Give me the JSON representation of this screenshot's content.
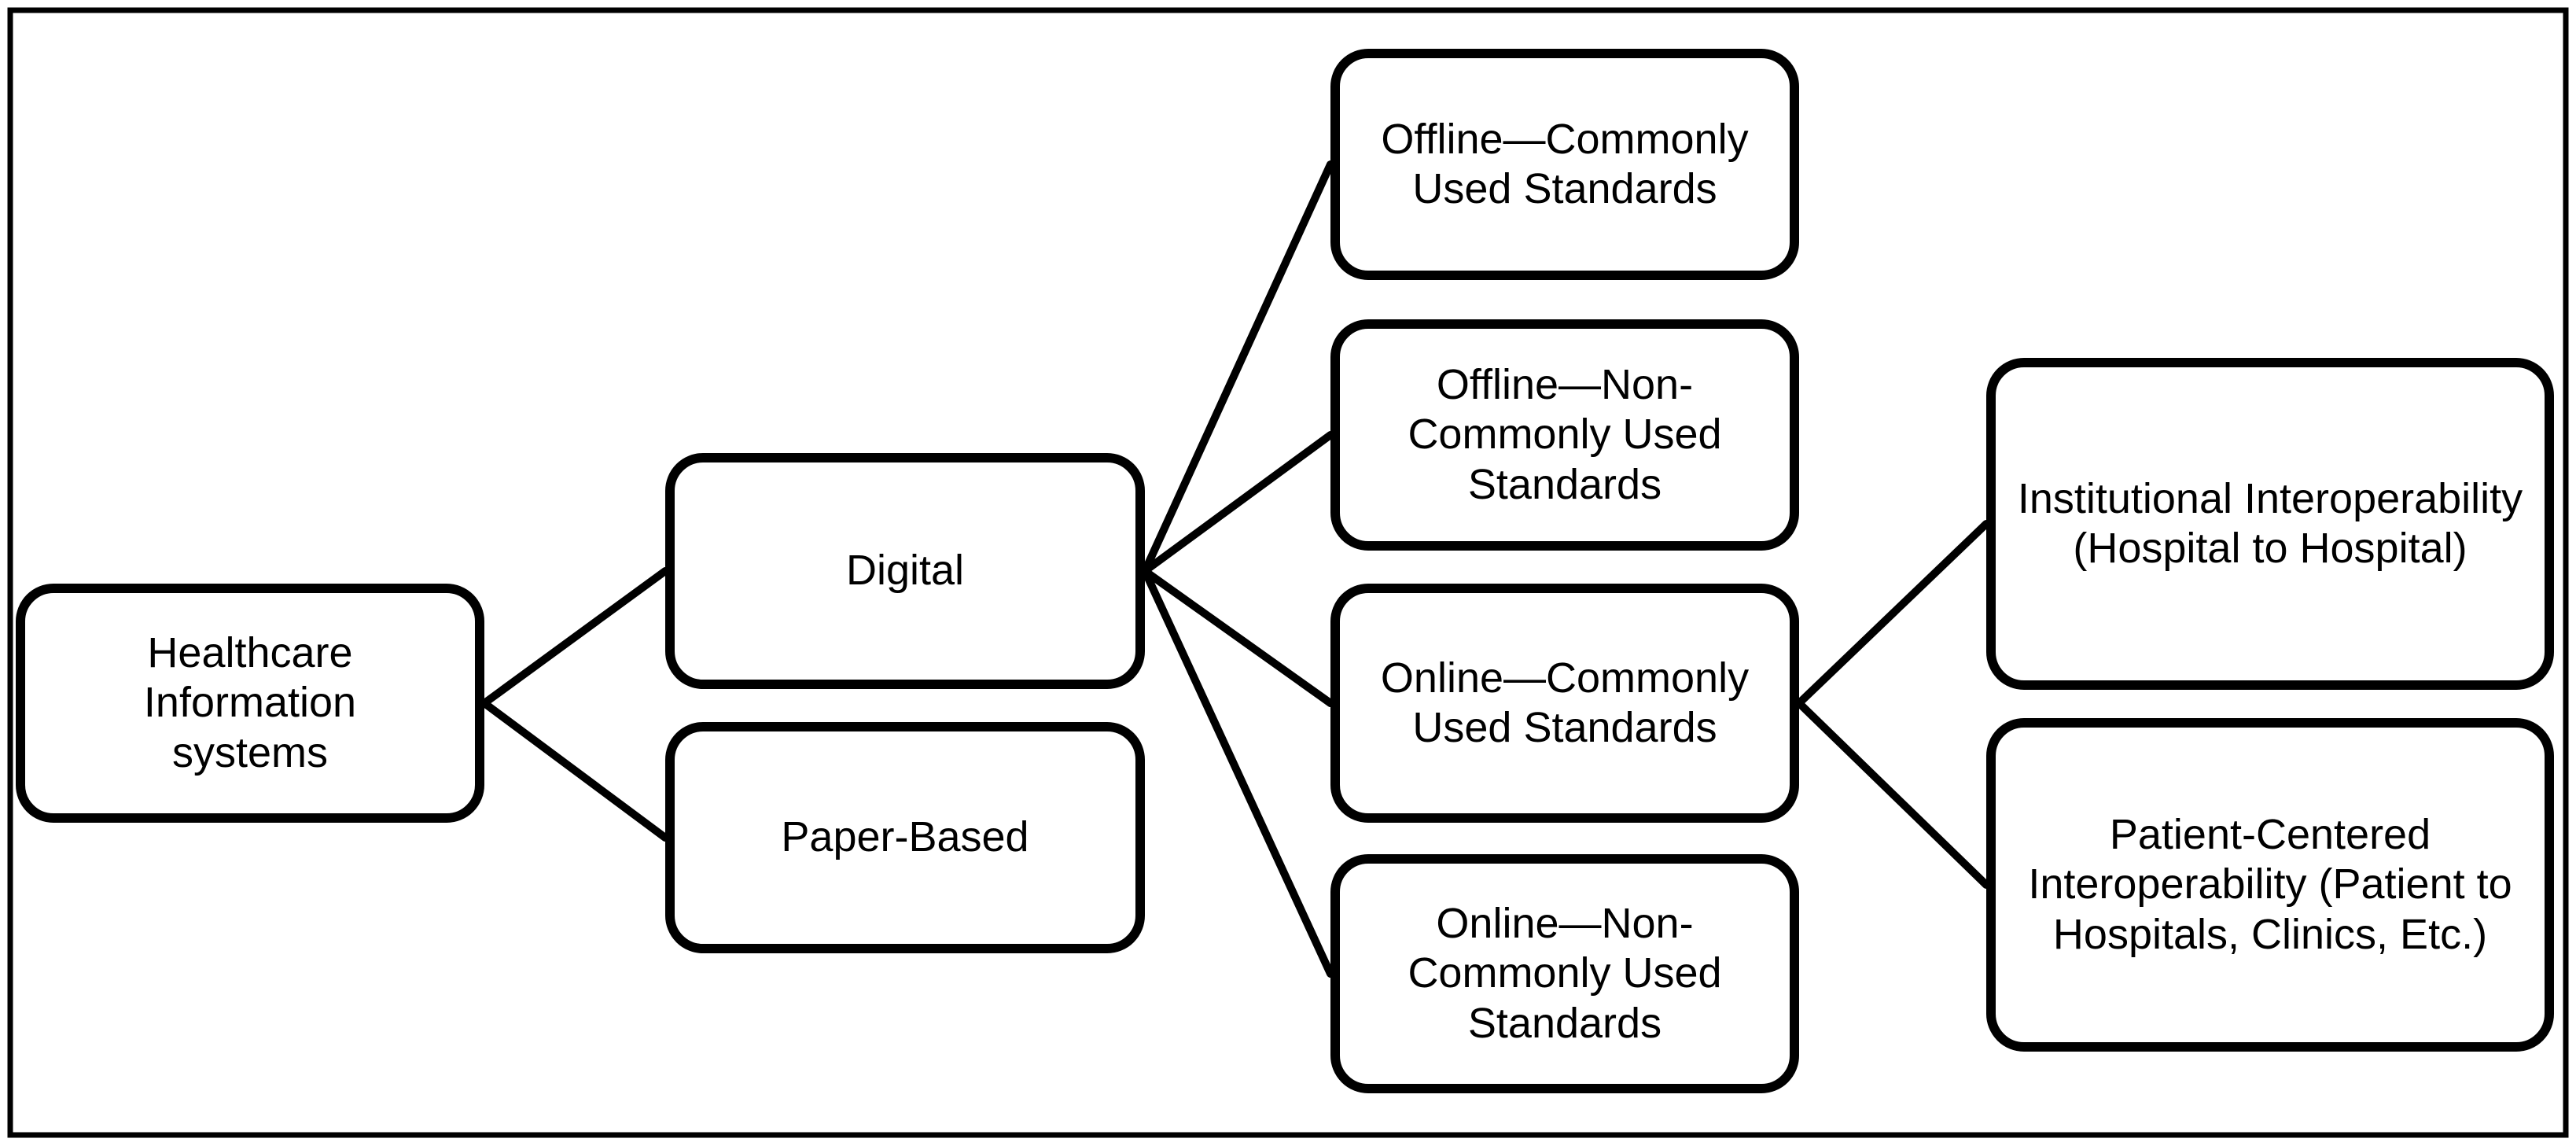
{
  "diagram": {
    "background_color": "#ffffff",
    "stroke_color": "#000000",
    "nodes": {
      "healthcare": {
        "label": "Healthcare Information\nsystems"
      },
      "digital": {
        "label": "Digital"
      },
      "paper_based": {
        "label": "Paper-Based"
      },
      "offline_common": {
        "label": "Offline—Commonly\nUsed Standards"
      },
      "offline_noncommon": {
        "label": "Offline—Non-\nCommonly Used\nStandards"
      },
      "online_common": {
        "label": "Online—Commonly\nUsed Standards"
      },
      "online_noncommon": {
        "label": "Online—Non-\nCommonly Used\nStandards"
      },
      "institutional": {
        "label": "Institutional Interoperability\n(Hospital to Hospital)"
      },
      "patient_centered": {
        "label": "Patient-Centered\nInteroperability (Patient to\nHospitals, Clinics, Etc.)"
      }
    },
    "edges": [
      {
        "from": "healthcare",
        "to": "digital"
      },
      {
        "from": "healthcare",
        "to": "paper_based"
      },
      {
        "from": "digital",
        "to": "offline_common"
      },
      {
        "from": "digital",
        "to": "offline_noncommon"
      },
      {
        "from": "digital",
        "to": "online_common"
      },
      {
        "from": "digital",
        "to": "online_noncommon"
      },
      {
        "from": "online_common",
        "to": "institutional"
      },
      {
        "from": "online_common",
        "to": "patient_centered"
      }
    ]
  }
}
